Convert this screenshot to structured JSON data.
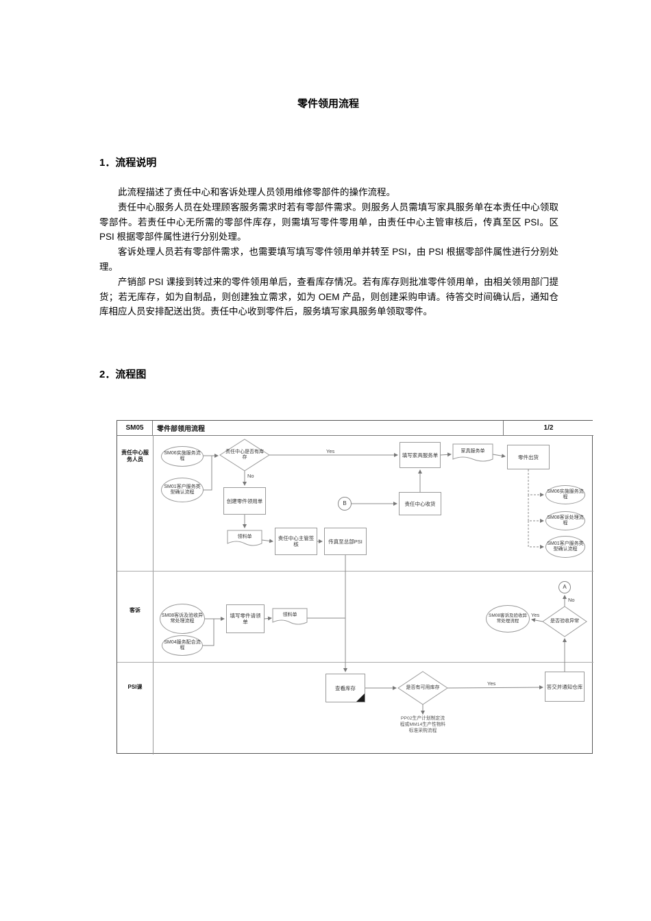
{
  "document": {
    "title": "零件领用流程",
    "section1": {
      "heading": "1．流程说明",
      "paragraphs": [
        "此流程描述了责任中心和客诉处理人员领用维修零部件的操作流程。",
        "责任中心服务人员在处理顾客服务需求时若有零部件需求。则服务人员需填写家具服务单在本责任中心领取零部件。若责任中心无所需的零部件库存，则需填写零件零用单，由责任中心主管审核后，传真至区 PSI。区 PSI 根据零部件属性进行分别处理。",
        "客诉处理人员若有零部件需求，也需要填写填写零件领用单并转至 PSI，由 PSI 根据零部件属性进行分别处理。",
        "产销部 PSI 课接到转过来的零件领用单后，查看库存情况。若有库存则批准零件领用单，由相关领用部门提货；若无库存，如为自制品，则创建独立需求，如为 OEM 产品，则创建采购申请。待答交时间确认后，通知仓库相应人员安排配送出货。责任中心收到零件后，服务填写家具服务单领取零件。"
      ]
    },
    "section2": {
      "heading": "2．流程图"
    }
  },
  "flowchart": {
    "header": {
      "code": "SM05",
      "title": "零件部领用流程",
      "page": "1/2"
    },
    "lanes": {
      "lane1": "责任中心服务人员",
      "lane2": "客诉",
      "lane3": "PSI课"
    },
    "labels": {
      "yes": "Yes",
      "no": "No",
      "a": "A",
      "b": "B"
    },
    "nodes": {
      "sm06_start": "SM06实施服务流程",
      "sm01_start": "SM01客户服务类型确认流程",
      "stock_decision": "责任中心是否有库存",
      "fill_service_form": "填写家具服务单",
      "service_form_doc": "家具服务单",
      "parts_ship": "零件出货",
      "create_req": "创建零件领用单",
      "receive": "责任中心收货",
      "material_doc1": "领料单",
      "supervisor_sign": "责任中心主管签核",
      "fax_psi": "传真至总部PSI",
      "sm06_end": "SM06实施服务流程",
      "sm08_end": "SM08客诉处理流程",
      "sm01_end": "SM01客户服务类型确认流程",
      "sm08_start": "SM08客诉及验收异常处理流程",
      "sm04_start": "SM04服务配合流程",
      "fill_req_form": "填写零件请领单",
      "material_doc2": "领料单",
      "accept_decision": "是否验收异常",
      "sm08_side": "SM08客诉及验收异常处理流程",
      "check_stock": "查看库存",
      "avail_decision": "是否有可用库存",
      "confirm_notify": "答交并通知仓库",
      "pp02_note": "PP02生产计划制定流程或MM14生产性物料标准采购流程"
    }
  }
}
